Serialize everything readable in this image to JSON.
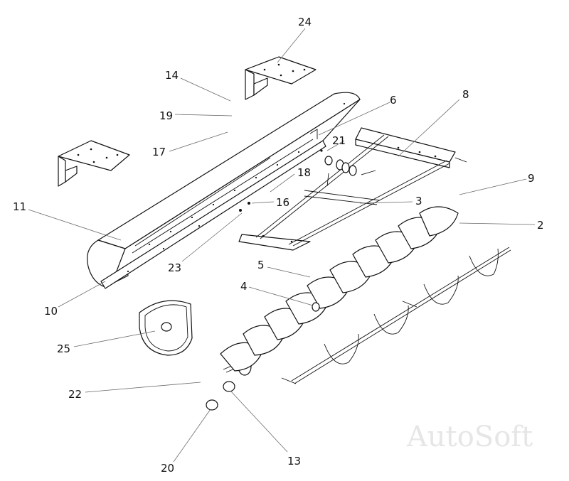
{
  "watermark": "AutoSoft",
  "callouts": [
    {
      "id": "24",
      "text": "24"
    },
    {
      "id": "14",
      "text": "14"
    },
    {
      "id": "19",
      "text": "19"
    },
    {
      "id": "17",
      "text": "17"
    },
    {
      "id": "6",
      "text": "6"
    },
    {
      "id": "8",
      "text": "8"
    },
    {
      "id": "21",
      "text": "21"
    },
    {
      "id": "18",
      "text": "18"
    },
    {
      "id": "9",
      "text": "9"
    },
    {
      "id": "11",
      "text": "11"
    },
    {
      "id": "16",
      "text": "16"
    },
    {
      "id": "3",
      "text": "3"
    },
    {
      "id": "2",
      "text": "2"
    },
    {
      "id": "23",
      "text": "23"
    },
    {
      "id": "5",
      "text": "5"
    },
    {
      "id": "4",
      "text": "4"
    },
    {
      "id": "10",
      "text": "10"
    },
    {
      "id": "25",
      "text": "25"
    },
    {
      "id": "22",
      "text": "22"
    },
    {
      "id": "20",
      "text": "20"
    },
    {
      "id": "13",
      "text": "13"
    }
  ]
}
